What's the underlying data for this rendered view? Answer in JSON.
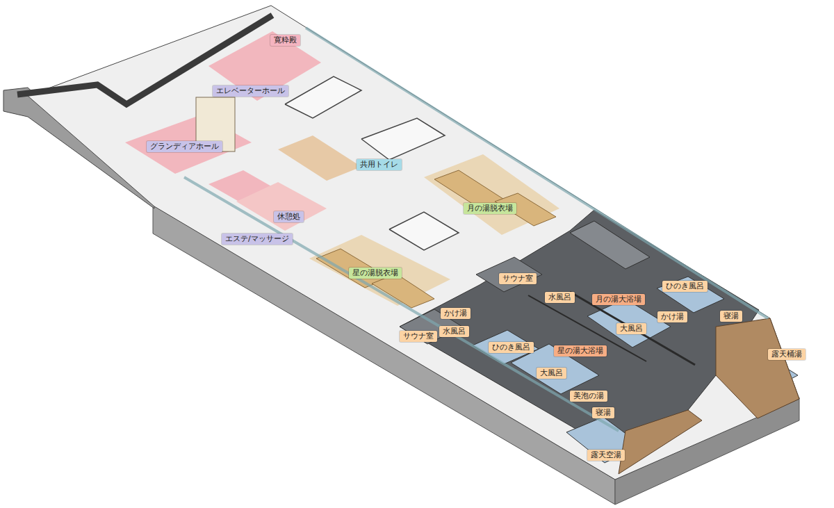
{
  "diagram": {
    "nodes": [
      {
        "text": [
          "寛粋殿"
        ]
      },
      {
        "text": [
          "エレベーターホール"
        ]
      },
      {
        "text": [
          "グランディアホール"
        ]
      },
      {
        "text": [
          "共用トイレ"
        ]
      },
      {
        "text": [
          "休憩処"
        ]
      },
      {
        "text": [
          "月の湯脱衣場"
        ]
      },
      {
        "text": [
          "エステ/マッサージ"
        ]
      },
      {
        "text": [
          "星の湯脱衣場"
        ]
      },
      {
        "text": [
          "サウナ室"
        ]
      },
      {
        "text": [
          "水風呂"
        ]
      },
      {
        "text": [
          "月の湯大浴場"
        ]
      },
      {
        "text": [
          "ひのき風呂"
        ]
      },
      {
        "text": [
          "かけ湯"
        ]
      },
      {
        "text": [
          "寝湯"
        ]
      },
      {
        "text": [
          "かけ湯"
        ]
      },
      {
        "text": [
          "大風呂"
        ]
      },
      {
        "text": [
          "サウナ室"
        ]
      },
      {
        "text": [
          "水風呂"
        ]
      },
      {
        "text": [
          "ひのき風呂"
        ]
      },
      {
        "text": [
          "星の湯大浴場"
        ]
      },
      {
        "text": [
          "露天桶湯"
        ]
      },
      {
        "text": [
          "大風呂"
        ]
      },
      {
        "text": [
          "美泡の湯"
        ]
      },
      {
        "text": [
          "寝湯"
        ]
      },
      {
        "text": [
          "露天空湯"
        ]
      }
    ]
  }
}
